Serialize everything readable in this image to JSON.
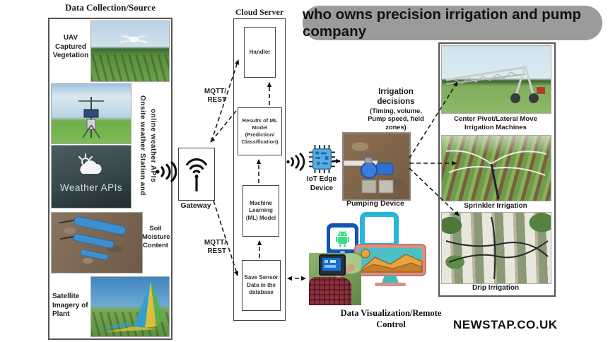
{
  "banner": {
    "text": "who owns precision irrigation and pump company",
    "bg_color": "#9b9b9b"
  },
  "source_panel": {
    "title": "Data Collection/Source",
    "uav_label": "UAV Captured Vegetation",
    "onsite_label": "Onsite weather Station and online weather  APIs",
    "weather_apis_text": "Weather APIs",
    "soil_label": "Soil Moisture Content",
    "satellite_label": "Satellite Imagery of Plant"
  },
  "gateway": {
    "label": "Gateway"
  },
  "protocol": {
    "line1": "MQTT/",
    "line2": "REST"
  },
  "cloud": {
    "title": "Cloud Server",
    "handler": "Handler",
    "results": "Results of ML Model (Prediction/ Classification)",
    "ml_model": "Machine Learning (ML) Model",
    "save_db": "Save Sensor Data in the database"
  },
  "edge": {
    "iot_line1": "IoT Edge",
    "iot_line2": "Device",
    "pump_label": "Pumping Device"
  },
  "decisions": {
    "line1": "Irrigation",
    "line2": "decisions",
    "line3": "(Timing, volume,",
    "line4": "Pump speed, field",
    "line5": "zones)"
  },
  "irrigation_outputs": {
    "pivot_label_1": "Center Pivot/Lateral Move",
    "pivot_label_2": "Irrigation Machines",
    "sprinkler_label": "Sprinkler Irrigation",
    "drip_label": "Drip Irrigation"
  },
  "visualization": {
    "line1": "Data Visualization/Remote",
    "line2": "Control"
  },
  "watermark": "NEWSTAP.CO.UK",
  "colors": {
    "chip_blue": "#57aede",
    "android_green": "#3ddc84",
    "device_cyan": "#29b6d8",
    "tablet_blue": "#1254b0",
    "monitor_frame": "#d89183",
    "monitor_screen": "#4cc0c4"
  }
}
